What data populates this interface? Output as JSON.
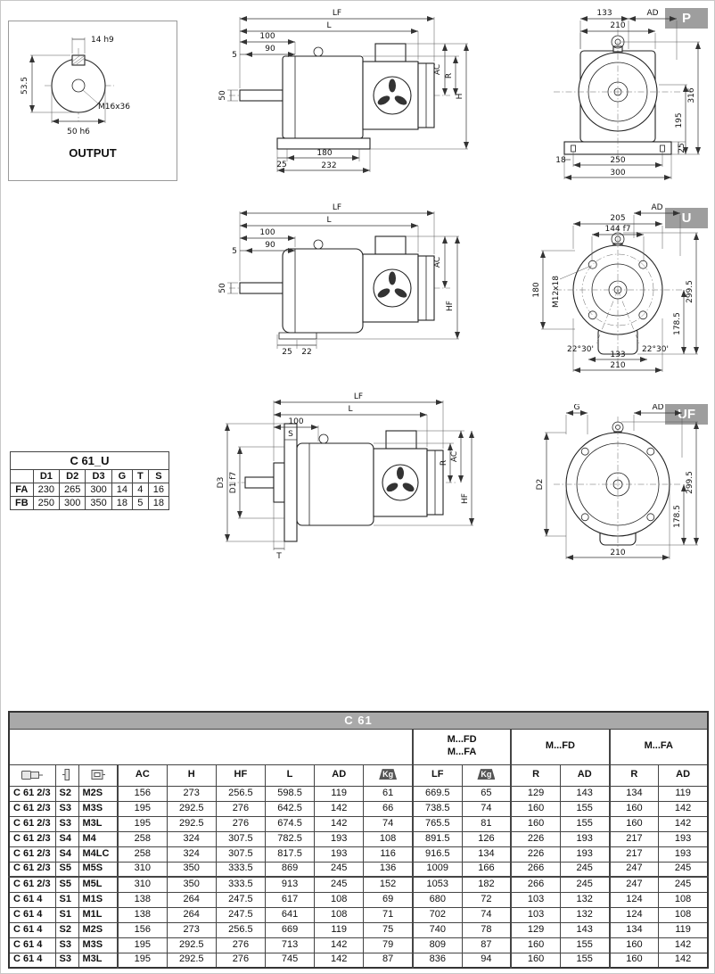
{
  "colors": {
    "tab_bg": "#9e9e9e",
    "table_title_bg": "#a9a9a9"
  },
  "tabs": {
    "p": "P",
    "u": "U",
    "uf": "UF"
  },
  "output_box": {
    "title": "OUTPUT",
    "dim_key": "14 h9",
    "dim_height": "53.5",
    "dim_thread": "M16x36",
    "dim_diameter": "50 h6"
  },
  "p_side": {
    "lf": "LF",
    "l": "L",
    "n100": "100",
    "n90": "90",
    "n5": "5",
    "n50": "50",
    "r": "R",
    "ac": "AC",
    "h": "H",
    "n25": "25",
    "n180": "180",
    "n232": "232"
  },
  "p_end": {
    "n133": "133",
    "ad": "AD",
    "n210": "210",
    "n316": "316",
    "n195": "195",
    "n18": "18",
    "n250": "250",
    "n300": "300",
    "n25": "25"
  },
  "u_side": {
    "lf": "LF",
    "l": "L",
    "n100": "100",
    "n90": "90",
    "n5": "5",
    "n50": "50",
    "ac": "AC",
    "hf": "HF",
    "n25": "25",
    "n22": "22"
  },
  "u_end": {
    "ad": "AD",
    "n205": "205",
    "n144": "144 f7",
    "n180": "180",
    "m12": "M12x18",
    "n299": "299.5",
    "n178": "178.5",
    "a1": "22°30'",
    "a2": "22°30'",
    "n133": "133",
    "n210": "210"
  },
  "uf_side": {
    "lf": "LF",
    "l": "L",
    "n100": "100",
    "s": "S",
    "d3": "D3",
    "d1": "D1 f7",
    "r": "R",
    "ac": "AC",
    "hf": "HF",
    "t": "T"
  },
  "uf_end": {
    "g": "G",
    "ad": "AD",
    "d2": "D2",
    "n299": "299.5",
    "n178": "178.5",
    "n210": "210"
  },
  "cu_table": {
    "title": "C 61_U",
    "headers": {
      "d1": "D1",
      "d2": "D2",
      "d3": "D3",
      "g": "G",
      "t": "T",
      "s": "S"
    },
    "rows": [
      {
        "label": "FA",
        "values": [
          "230",
          "265",
          "300",
          "14",
          "4",
          "16"
        ]
      },
      {
        "label": "FB",
        "values": [
          "250",
          "300",
          "350",
          "18",
          "5",
          "18"
        ]
      }
    ]
  },
  "main_table": {
    "title": "C 61",
    "group1_line1": "M...FD",
    "group1_line2": "M...FA",
    "group2": "M...FD",
    "group3": "M...FA",
    "cols": {
      "ac": "AC",
      "h": "H",
      "hf": "HF",
      "l": "L",
      "ad": "AD",
      "kg": "Kg",
      "lf": "LF",
      "r": "R"
    },
    "rows": [
      {
        "model": "C 61 2/3",
        "s": "S2",
        "m": "M2S",
        "values": [
          "156",
          "273",
          "256.5",
          "598.5",
          "119",
          "61",
          "669.5",
          "65",
          "129",
          "143",
          "134",
          "119"
        ]
      },
      {
        "model": "C 61 2/3",
        "s": "S3",
        "m": "M3S",
        "values": [
          "195",
          "292.5",
          "276",
          "642.5",
          "142",
          "66",
          "738.5",
          "74",
          "160",
          "155",
          "160",
          "142"
        ]
      },
      {
        "model": "C 61 2/3",
        "s": "S3",
        "m": "M3L",
        "values": [
          "195",
          "292.5",
          "276",
          "674.5",
          "142",
          "74",
          "765.5",
          "81",
          "160",
          "155",
          "160",
          "142"
        ]
      },
      {
        "model": "C 61 2/3",
        "s": "S4",
        "m": "M4",
        "values": [
          "258",
          "324",
          "307.5",
          "782.5",
          "193",
          "108",
          "891.5",
          "126",
          "226",
          "193",
          "217",
          "193"
        ]
      },
      {
        "model": "C 61 2/3",
        "s": "S4",
        "m": "M4LC",
        "values": [
          "258",
          "324",
          "307.5",
          "817.5",
          "193",
          "116",
          "916.5",
          "134",
          "226",
          "193",
          "217",
          "193"
        ]
      },
      {
        "model": "C 61 2/3",
        "s": "S5",
        "m": "M5S",
        "values": [
          "310",
          "350",
          "333.5",
          "869",
          "245",
          "136",
          "1009",
          "166",
          "266",
          "245",
          "247",
          "245"
        ]
      },
      {
        "model": "C 61 2/3",
        "s": "S5",
        "m": "M5L",
        "values": [
          "310",
          "350",
          "333.5",
          "913",
          "245",
          "152",
          "1053",
          "182",
          "266",
          "245",
          "247",
          "245"
        ]
      },
      {
        "model": "C 61 4",
        "s": "S1",
        "m": "M1S",
        "values": [
          "138",
          "264",
          "247.5",
          "617",
          "108",
          "69",
          "680",
          "72",
          "103",
          "132",
          "124",
          "108"
        ]
      },
      {
        "model": "C 61 4",
        "s": "S1",
        "m": "M1L",
        "values": [
          "138",
          "264",
          "247.5",
          "641",
          "108",
          "71",
          "702",
          "74",
          "103",
          "132",
          "124",
          "108"
        ]
      },
      {
        "model": "C 61 4",
        "s": "S2",
        "m": "M2S",
        "values": [
          "156",
          "273",
          "256.5",
          "669",
          "119",
          "75",
          "740",
          "78",
          "129",
          "143",
          "134",
          "119"
        ]
      },
      {
        "model": "C 61 4",
        "s": "S3",
        "m": "M3S",
        "values": [
          "195",
          "292.5",
          "276",
          "713",
          "142",
          "79",
          "809",
          "87",
          "160",
          "155",
          "160",
          "142"
        ]
      },
      {
        "model": "C 61 4",
        "s": "S3",
        "m": "M3L",
        "values": [
          "195",
          "292.5",
          "276",
          "745",
          "142",
          "87",
          "836",
          "94",
          "160",
          "155",
          "160",
          "142"
        ]
      }
    ]
  }
}
